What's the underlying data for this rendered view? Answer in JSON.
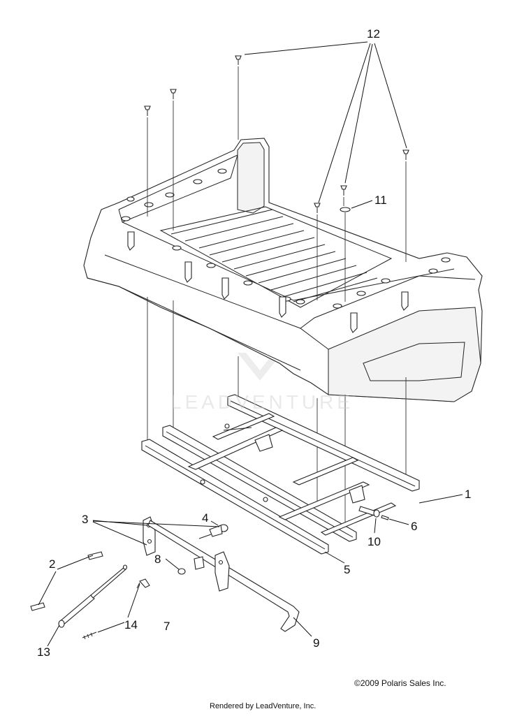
{
  "diagram": {
    "callouts": [
      {
        "id": "1",
        "text": "1"
      },
      {
        "id": "2",
        "text": "2"
      },
      {
        "id": "3",
        "text": "3"
      },
      {
        "id": "4",
        "text": "4"
      },
      {
        "id": "5",
        "text": "5"
      },
      {
        "id": "6",
        "text": "6"
      },
      {
        "id": "7",
        "text": "7"
      },
      {
        "id": "8",
        "text": "8"
      },
      {
        "id": "9",
        "text": "9"
      },
      {
        "id": "10",
        "text": "10"
      },
      {
        "id": "11",
        "text": "11"
      },
      {
        "id": "12",
        "text": "12"
      },
      {
        "id": "13",
        "text": "13"
      },
      {
        "id": "14",
        "text": "14"
      }
    ],
    "watermark": "LEADVENTURE",
    "copyright": "©2009 Polaris Sales Inc.",
    "footer": "Rendered by LeadVenture, Inc."
  }
}
